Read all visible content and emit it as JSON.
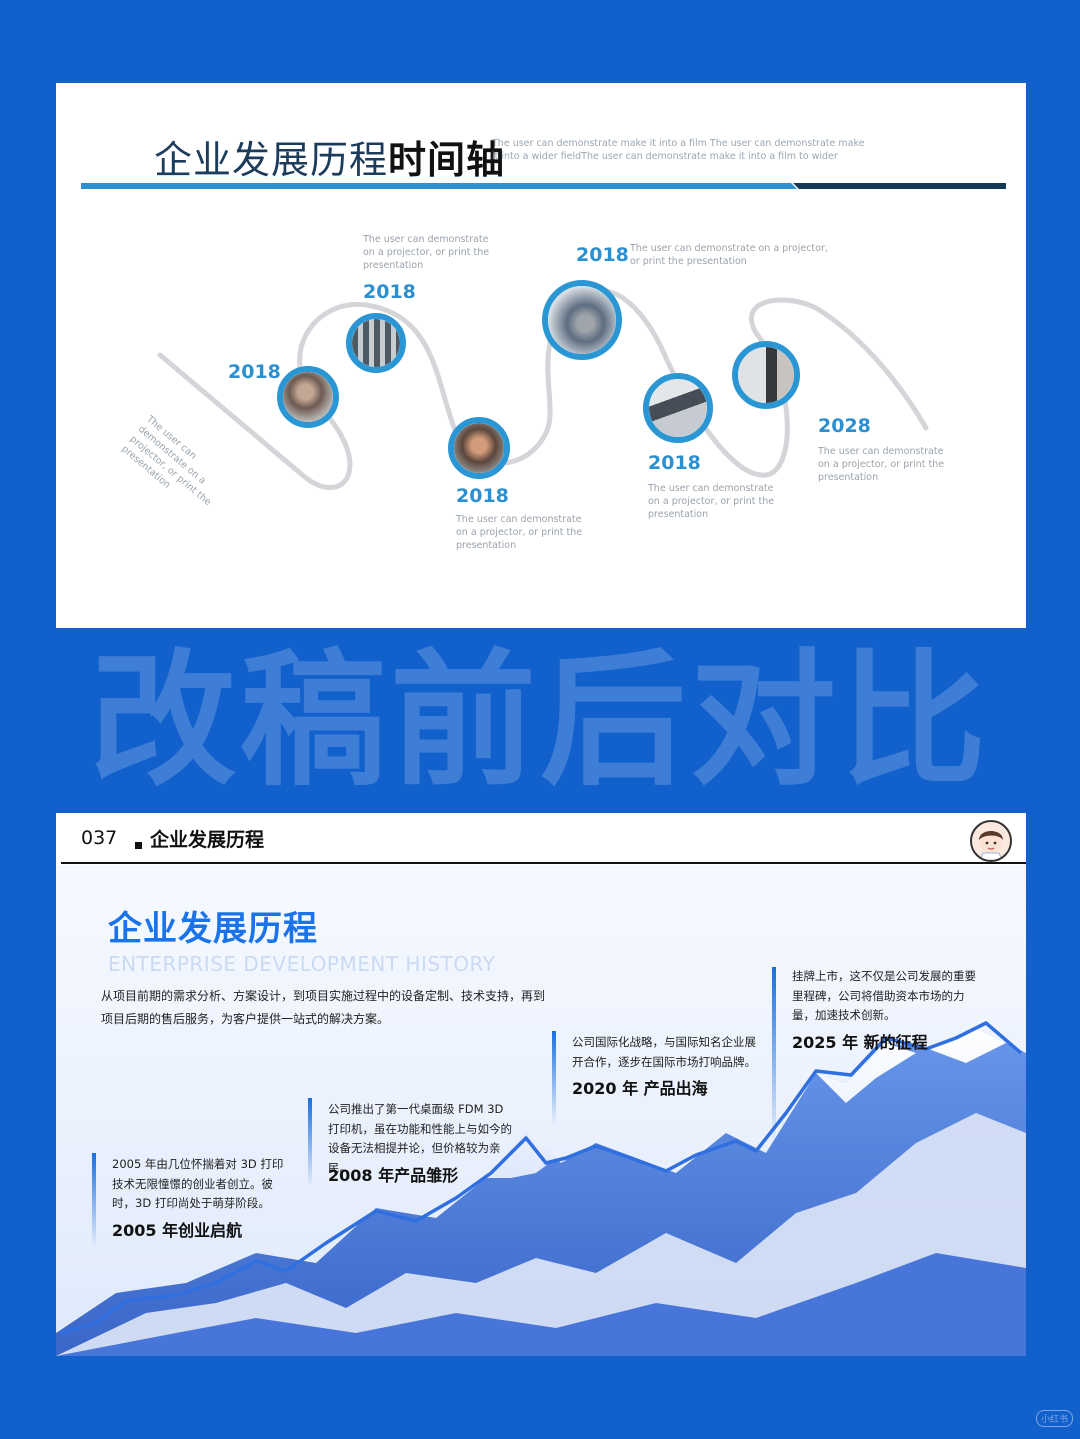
{
  "slide1": {
    "title_part1": "企业发展历程",
    "title_part2": "时间轴",
    "subtitle": "The user can demonstrate make it into a film The user can demonstrate make it into a wider fieldThe user can demonstrate make it into a film to wider",
    "events": [
      {
        "year": "2018",
        "caption": "The user can demonstrate on a projector, or print the presentation"
      },
      {
        "year": "2018",
        "caption": "The user can demonstrate on a projector, or print the presentation"
      },
      {
        "year": "2018",
        "caption": "The user can demonstrate on a projector, or print the presentation"
      },
      {
        "year": "2018",
        "caption": "The user can demonstrate on a projector, or print the presentation"
      },
      {
        "year": "2018",
        "caption": "The user can demonstrate on a projector, or print the presentation"
      },
      {
        "year": "2028",
        "caption": "The user can demonstrate on a projector, or print the presentation"
      }
    ]
  },
  "banner": "改稿前后对比",
  "slide2": {
    "page_number": "037",
    "header": "企业发展历程",
    "title": "企业发展历程",
    "title_en": "ENTERPRISE DEVELOPMENT HISTORY",
    "description": "从项目前期的需求分析、方案设计，到项目实施过程中的设备定制、技术支持，再到项目后期的售后服务，为客户提供一站式的解决方案。",
    "milestones": [
      {
        "text": "2005 年由几位怀揣着对 3D 打印技术无限憧憬的创业者创立。彼时，3D 打印尚处于萌芽阶段。",
        "heading": "2005 年创业启航"
      },
      {
        "text": "公司推出了第一代桌面级 FDM 3D 打印机，虽在功能和性能上与如今的设备无法相提并论，但价格较为亲民。",
        "heading": "2008 年产品雏形"
      },
      {
        "text": "公司国际化战略，与国际知名企业展开合作，逐步在国际市场打响品牌。",
        "heading": "2020 年 产品出海"
      },
      {
        "text": "挂牌上市，这不仅是公司发展的重要里程碑，公司将借助资本市场的力量，加速技术创新。",
        "heading": "2025 年 新的征程"
      }
    ],
    "colors": {
      "accent": "#1a73e8",
      "mountain": "#2f6fe0"
    }
  },
  "watermark": "小红书"
}
